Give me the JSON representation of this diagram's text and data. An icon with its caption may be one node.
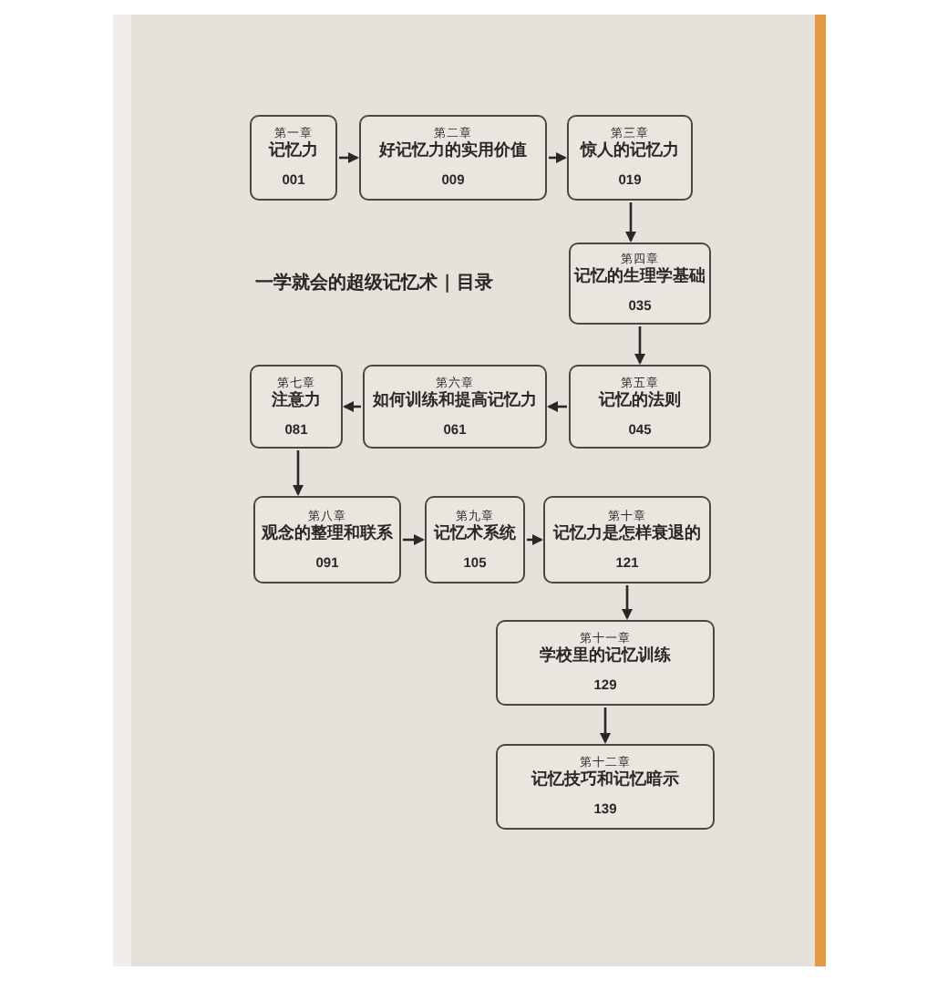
{
  "diagram": {
    "title": "一学就会的超级记忆术 | 目录",
    "nodes": [
      {
        "text": [
          "第一章",
          "记忆力",
          "001"
        ]
      },
      {
        "text": [
          "第二章",
          "好记忆力的实用价值",
          "009"
        ]
      },
      {
        "text": [
          "第三章",
          "惊人的记忆力",
          "019"
        ]
      },
      {
        "text": [
          "第四章",
          "记忆的生理学基础",
          "035"
        ]
      },
      {
        "text": [
          "第五章",
          "记忆的法则",
          "045"
        ]
      },
      {
        "text": [
          "第六章",
          "如何训练和提高记忆力",
          "061"
        ]
      },
      {
        "text": [
          "第七章",
          "注意力",
          "081"
        ]
      },
      {
        "text": [
          "第八章",
          "观念的整理和联系",
          "091"
        ]
      },
      {
        "text": [
          "第九章",
          "记忆术系统",
          "105"
        ]
      },
      {
        "text": [
          "第十章",
          "记忆力是怎样衰退的",
          "121"
        ]
      },
      {
        "text": [
          "第十一章",
          "学校里的记忆训练",
          "129"
        ]
      },
      {
        "text": [
          "第十二章",
          "记忆技巧和记忆暗示",
          "139"
        ]
      }
    ],
    "edges": [
      {
        "from": 0,
        "to": 1,
        "arrow": "to"
      },
      {
        "from": 1,
        "to": 2,
        "arrow": "to"
      },
      {
        "from": 2,
        "to": 3,
        "arrow": "to"
      },
      {
        "from": 3,
        "to": 4,
        "arrow": "to"
      },
      {
        "from": 4,
        "to": 5,
        "arrow": "to"
      },
      {
        "from": 5,
        "to": 6,
        "arrow": "to"
      },
      {
        "from": 6,
        "to": 7,
        "arrow": "to"
      },
      {
        "from": 7,
        "to": 8,
        "arrow": "to"
      },
      {
        "from": 8,
        "to": 9,
        "arrow": "to"
      },
      {
        "from": 9,
        "to": 10,
        "arrow": "to"
      },
      {
        "from": 10,
        "to": 11,
        "arrow": "to"
      }
    ]
  }
}
